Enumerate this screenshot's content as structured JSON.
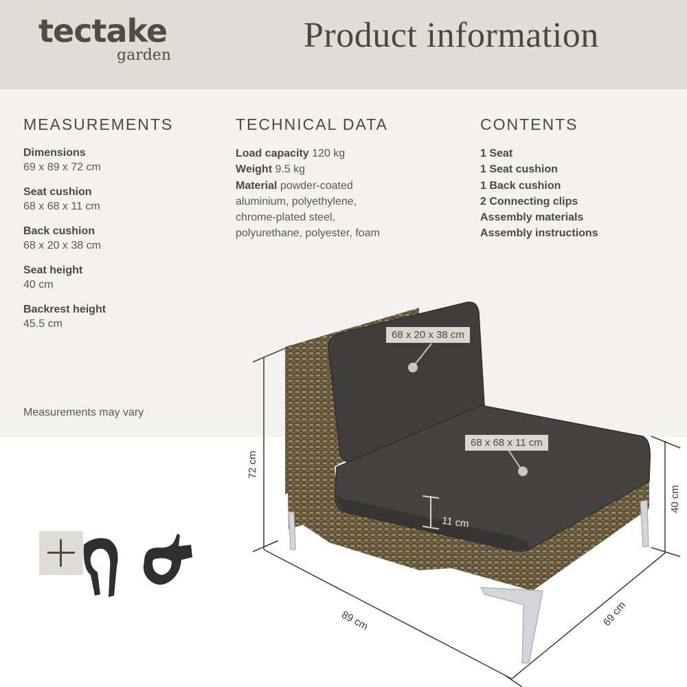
{
  "header": {
    "brand": "tectake",
    "brand_sub": "garden",
    "title": "Product information"
  },
  "measurements": {
    "heading": "MEASUREMENTS",
    "items": [
      {
        "label": "Dimensions",
        "value": "69 x 89 x 72 cm"
      },
      {
        "label": "Seat cushion",
        "value": "68 x 68 x 11 cm"
      },
      {
        "label": "Back cushion",
        "value": "68 x 20 x 38 cm"
      },
      {
        "label": "Seat height",
        "value": "40 cm"
      },
      {
        "label": "Backrest height",
        "value": "45.5 cm"
      }
    ],
    "note": "Measurements may vary"
  },
  "technical": {
    "heading": "TECHNICAL DATA",
    "load_label": "Load capacity",
    "load_value": "120 kg",
    "weight_label": "Weight",
    "weight_value": "9.5 kg",
    "material_label": "Material",
    "material_lines": [
      "powder-coated",
      "aluminium, polyethylene,",
      "chrome-plated steel,",
      "polyurethane, polyester, foam"
    ]
  },
  "contents": {
    "heading": "CONTENTS",
    "items": [
      "1 Seat",
      "1 Seat cushion",
      "1 Back cushion",
      "2 Connecting clips",
      "Assembly materials",
      "Assembly instructions"
    ]
  },
  "diagram": {
    "back_cushion_tag": "68 x 20 x 38 cm",
    "seat_cushion_tag": "68 x 68 x 11 cm",
    "cushion_thickness": "11 cm",
    "height_total": "72 cm",
    "seat_height": "40 cm",
    "width": "89 cm",
    "depth": "69 cm"
  },
  "accessories": {
    "plus_icon": "plus-icon",
    "clips_icon": "connecting-clips"
  },
  "colors": {
    "header_bg": "#e0ddd6",
    "info_bg": "#f3f2ef",
    "text": "#4b4840",
    "cushion": "#3d3c3a",
    "rattan": "#6e5f45",
    "tag_bg": "#d9d7d0"
  }
}
